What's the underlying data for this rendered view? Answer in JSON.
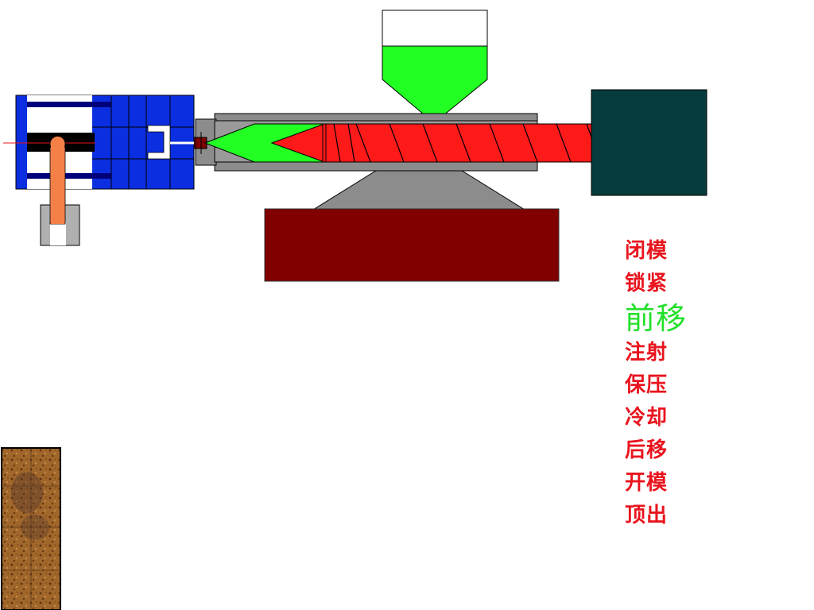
{
  "steps": [
    {
      "label": "闭模"
    },
    {
      "label": "锁紧"
    },
    {
      "label": "前移"
    },
    {
      "label": "注射"
    },
    {
      "label": "保压"
    },
    {
      "label": "冷却"
    },
    {
      "label": "后移"
    },
    {
      "label": "开模"
    },
    {
      "label": "顶出"
    }
  ],
  "active_step_index": 2,
  "colors": {
    "step_text": "#e8141e",
    "step_active": "#22e02a",
    "mold_blue": "#0a2ee0",
    "screw_red": "#ff1a1a",
    "melt_green": "#22ff22",
    "barrel_gray": "#8c8c8c",
    "base_maroon": "#800000",
    "motor_teal": "#063c3c",
    "ejector_orange": "#f48048"
  }
}
